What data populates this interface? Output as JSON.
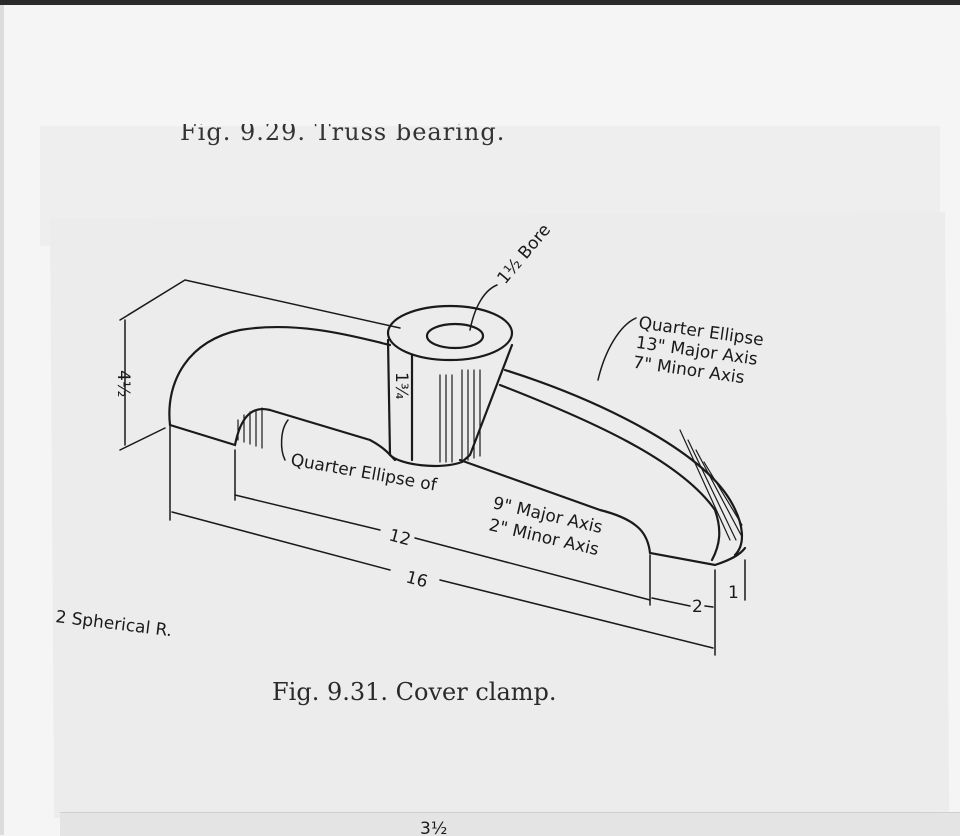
{
  "figures": {
    "upper_caption": "Fig. 9.29.   Truss bearing.",
    "lower_caption": "Fig. 9.31.   Cover clamp.",
    "bottom_fragment": "3½"
  },
  "drawing": {
    "bore_label": "1½ Bore",
    "quarter_ellipse_top": {
      "title": "Quarter Ellipse",
      "major": "13\" Major Axis",
      "minor": "7\" Minor Axis"
    },
    "quarter_ellipse_bottom": {
      "title": "Quarter Ellipse of",
      "major": "9\" Major Axis",
      "minor": "2\" Minor Axis"
    },
    "dim_height": "4½",
    "dim_boss": "1¾",
    "dim_12": "12",
    "dim_16": "16",
    "dim_2": "2",
    "dim_1": "1",
    "spherical": "2 Spherical R."
  }
}
